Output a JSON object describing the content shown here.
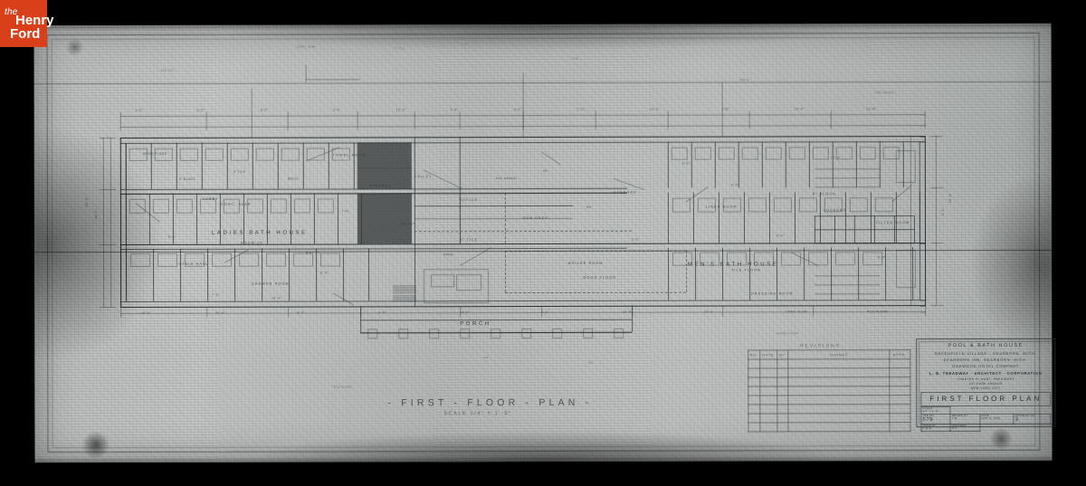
{
  "viewer": {
    "background_color": "#000000",
    "sheet_tone": "#b9bcbb"
  },
  "watermark": {
    "name": "the-henry-ford-logo",
    "line1": "the",
    "line2": "Henry",
    "line3": "Ford",
    "background_color": "#d9401a",
    "text_color": "#ffffff"
  },
  "drawing": {
    "sheet_type": "architectural blueprint",
    "plan_title": "- FIRST - FLOOR - PLAN -",
    "plan_scale": "SCALE 1/4\" = 1'-0\"",
    "major_labels": [
      {
        "text": "LADIES BATH HOUSE",
        "note": "ROOM 20"
      },
      {
        "text": "MEN'S BATH HOUSE",
        "note": ""
      },
      {
        "text": "PORCH",
        "note": ""
      }
    ],
    "room_labels": [
      "LADIES BATH HOUSE",
      "ROOM 20",
      "MEN'S BATH HOUSE",
      "PORCH",
      "LOBBY",
      "TOWEL ROOM",
      "LINEN ROOM",
      "LOCKERS",
      "SHOWER ROOM",
      "TOILET",
      "OFFICE",
      "STORAGE",
      "PASSAGE",
      "DRESSING ROOM",
      "FILTER ROOM",
      "BOILER ROOM",
      "SUN DECK",
      "STAIR HALL"
    ],
    "scribbles": [
      "2'-6\"",
      "4'-0\"",
      "8'-0\"",
      "3'-4\"",
      "12'-0\"",
      "6'-8\"",
      "9'-6\"",
      "7'-2\"",
      "14'-0\"",
      "5'-0\"",
      "10'-4\"",
      "11'-8\"",
      "16'-0\"",
      "24'-6\"",
      "3'-0\"",
      "2'-0\"",
      "18'-0\"",
      "1'-6\"",
      "20'-0\"",
      "22'-4\"",
      "CONC. SLAB",
      "TILE FLOOR",
      "WOOD FLOOR",
      "8\" BLOCK",
      "4\" TILE",
      "BRICK",
      "TYP.",
      "SEE DET.",
      "OPEN",
      "FIN. GRADE",
      "UP",
      "DN"
    ]
  },
  "revisions": {
    "title": "REVISIONS",
    "columns": [
      "NO.",
      "DATE",
      "BY",
      "CHANGE",
      "APPR."
    ],
    "rows": [
      [
        "",
        "",
        "",
        "",
        ""
      ],
      [
        "",
        "",
        "",
        "",
        ""
      ],
      [
        "",
        "",
        "",
        "",
        ""
      ],
      [
        "",
        "",
        "",
        "",
        ""
      ],
      [
        "",
        "",
        "",
        "",
        ""
      ],
      [
        "",
        "",
        "",
        "",
        ""
      ],
      [
        "",
        "",
        "",
        "",
        ""
      ],
      [
        "",
        "",
        "",
        "",
        ""
      ]
    ]
  },
  "title_block": {
    "project_name": "POOL & BATH HOUSE",
    "line1": "GREENFIELD VILLAGE - DEARBORN, MICH.",
    "line2": "DEARBORN INN, DEARBORN, MICH.",
    "line3": "OAKWOOD HOTEL COMPANY",
    "firm": "L. B. TREADWAY - ARCHITECT - CORPORATION",
    "firm_line1": "CHARLES H. HART, PRESIDENT",
    "firm_line2": "247 PARK AVENUE",
    "firm_line3": "NEW YORK CITY",
    "sheet_title": "FIRST FLOOR PLAN",
    "fields": [
      {
        "label": "SCALE",
        "value": "1/4\" = 1'-0\""
      },
      {
        "label": "JOB NO.",
        "value": "579"
      },
      {
        "label": "DRAWN BY",
        "value": "T.W."
      },
      {
        "label": "CHECKED",
        "value": "H.J."
      },
      {
        "label": "DATE",
        "value": "APR. 6, 1931"
      },
      {
        "label": "DRAWING NO.",
        "value": "3"
      },
      {
        "label": "TRACED",
        "value": "R.M.B."
      }
    ]
  }
}
